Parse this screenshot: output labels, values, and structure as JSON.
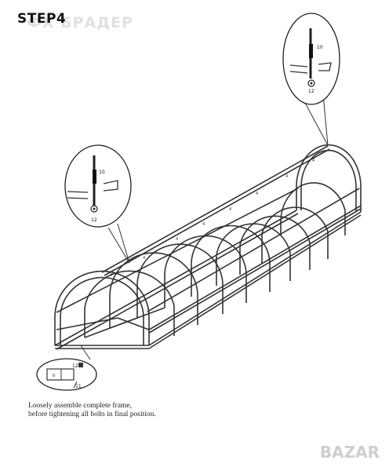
{
  "step": {
    "label": "STEP4"
  },
  "watermark": {
    "text": "ФХ БРАДЕР"
  },
  "callouts": {
    "top_right": {
      "bolt": "10",
      "nut": "12"
    },
    "middle_left": {
      "bolt": "10",
      "nut": "12"
    },
    "bottom_left": {
      "part_a": "12",
      "part_b": "11",
      "tube_mark": "0"
    }
  },
  "caption": {
    "line1": "Loosely assemble complete frame,",
    "line2": "before tightening all bolts in final position."
  },
  "brand": {
    "text": "BAZAR"
  }
}
